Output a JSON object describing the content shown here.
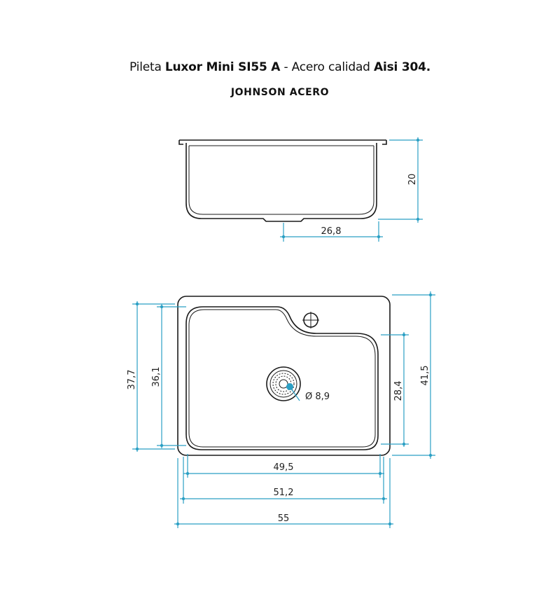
{
  "title": {
    "prefix": "Pileta ",
    "model": "Luxor Mini SI55 A",
    "middle": " - Acero calidad ",
    "material": "Aisi 304."
  },
  "brand": "JOHNSON ACERO",
  "dimensions": {
    "side_height": "20",
    "side_bowl_width": "26,8",
    "outer_height_left": "37,7",
    "inner_height_left": "36,1",
    "drain_diameter": "Ø 8,9",
    "bowl_height_right": "28,4",
    "outer_height_right": "41,5",
    "bowl_width": "49,5",
    "inner_width": "51,2",
    "outer_width": "55"
  },
  "colors": {
    "dimension_lines": "#2b9fc4",
    "outline": "#1a1a1a"
  }
}
